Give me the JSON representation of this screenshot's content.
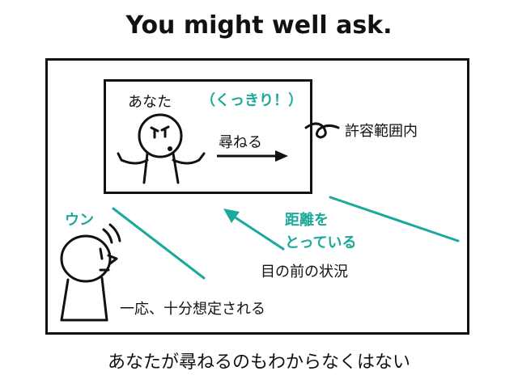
{
  "title": "You might well ask.",
  "labels": {
    "anata": "あなた",
    "kukkiri": "（くっきり！）",
    "tazuneru": "尋ねる",
    "kyoyou": "許容範囲内",
    "un": "ウン",
    "kyori_line1": "距離を",
    "kyori_line2": "とっている",
    "jokyo": "目の前の状況",
    "ichiou": "一応、十分想定される"
  },
  "caption": "あなたが尋ねるのもわからなくはない",
  "colors": {
    "accent": "#1aa99a",
    "ink": "#111111"
  }
}
